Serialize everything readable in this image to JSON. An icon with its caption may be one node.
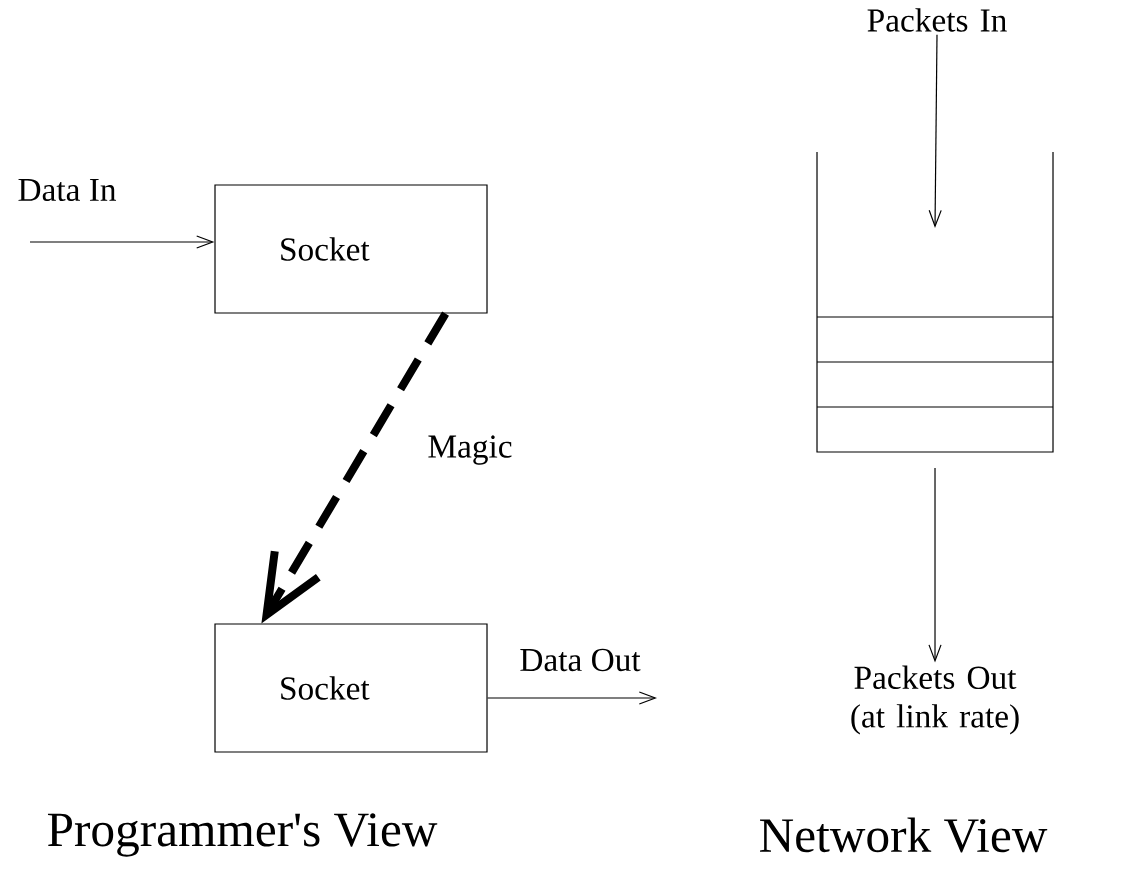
{
  "diagram": {
    "nodes": [
      {
        "text": [
          "Socket"
        ]
      },
      {
        "text": [
          "Socket"
        ]
      },
      {
        "text": [],
        "shape": "box"
      },
      {
        "text": [
          "Packets In"
        ]
      },
      {
        "text": [
          "Packets Out (at link rate)"
        ]
      }
    ],
    "edges": [
      {
        "from": null,
        "to": 0,
        "arrow": "to",
        "label": "Data In"
      },
      {
        "from": 0,
        "to": 1,
        "arrow": "to",
        "label": "Magic",
        "style": "dashed"
      },
      {
        "from": 1,
        "to": null,
        "arrow": "to",
        "label": "Data Out"
      },
      {
        "from": 3,
        "to": 2,
        "arrow": "to"
      },
      {
        "from": 2,
        "to": 4,
        "arrow": "to"
      }
    ],
    "labels": [
      "Programmer's View",
      "Network View"
    ]
  }
}
